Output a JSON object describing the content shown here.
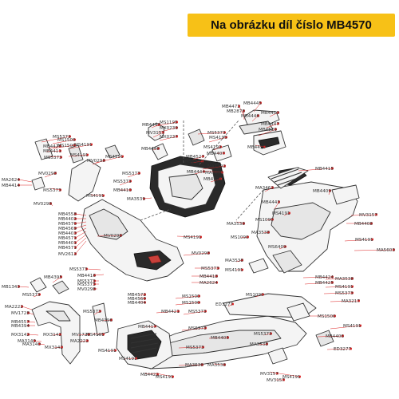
{
  "banner": {
    "text": "Na obrázku díl číslo MB4570",
    "color": "#f7c117"
  },
  "diagram": {
    "leader_color": "#dd2222",
    "labels": [
      {
        "text": "MB4445"
      },
      {
        "text": "MB4472"
      },
      {
        "text": "MB4413"
      },
      {
        "text": "MB2878"
      },
      {
        "text": "MB4446"
      },
      {
        "text": "MB4447"
      },
      {
        "text": "MB4529"
      },
      {
        "text": "MB4449"
      },
      {
        "text": "MS1195"
      },
      {
        "text": "MX0239"
      },
      {
        "text": "MV3157"
      },
      {
        "text": "MX0237"
      },
      {
        "text": "MS5373"
      },
      {
        "text": "MS4193"
      },
      {
        "text": "MS4193"
      },
      {
        "text": "MB4407"
      },
      {
        "text": "MB4450"
      },
      {
        "text": "MB4448"
      },
      {
        "text": "MB4527"
      },
      {
        "text": "MS5373"
      },
      {
        "text": "MS5373"
      },
      {
        "text": "MS1500"
      },
      {
        "text": "MB4420"
      },
      {
        "text": "MS1500"
      },
      {
        "text": "MS4191"
      },
      {
        "text": "MB4411"
      },
      {
        "text": "MS4191"
      },
      {
        "text": "MS5373"
      },
      {
        "text": "MS4191"
      },
      {
        "text": "MV0298"
      },
      {
        "text": "MA7292"
      },
      {
        "text": "MA7292"
      },
      {
        "text": "MB4444"
      },
      {
        "text": "MB4415"
      },
      {
        "text": "MV0298"
      },
      {
        "text": "MS5373"
      },
      {
        "text": "MA2624"
      },
      {
        "text": "MB4414"
      },
      {
        "text": "MS5373"
      },
      {
        "text": "MB4527"
      },
      {
        "text": "MS5373"
      },
      {
        "text": "MB4410"
      },
      {
        "text": "MS4191"
      },
      {
        "text": "MA3462"
      },
      {
        "text": "MB4409"
      },
      {
        "text": "MA3539"
      },
      {
        "text": "MB4443"
      },
      {
        "text": "MV0298"
      },
      {
        "text": "MS4191"
      },
      {
        "text": "MV3157"
      },
      {
        "text": "MB4558"
      },
      {
        "text": "MB4402"
      },
      {
        "text": "MB4570"
      },
      {
        "text": "MB4569"
      },
      {
        "text": "MB4403"
      },
      {
        "text": "MB4571"
      },
      {
        "text": "MB4401"
      },
      {
        "text": "MB4571"
      },
      {
        "text": "MV2612"
      },
      {
        "text": "MA3538"
      },
      {
        "text": "MS1090"
      },
      {
        "text": "MB4408"
      },
      {
        "text": "MV0298"
      },
      {
        "text": "MA3538"
      },
      {
        "text": "MS4191"
      },
      {
        "text": "MS4191"
      },
      {
        "text": "MS1090"
      },
      {
        "text": "MS6409"
      },
      {
        "text": "MA5603"
      },
      {
        "text": "MV0298"
      },
      {
        "text": "MS5373"
      },
      {
        "text": "MS5373"
      },
      {
        "text": "MB4416"
      },
      {
        "text": "MA3538"
      },
      {
        "text": "MB4424"
      },
      {
        "text": "MA3538"
      },
      {
        "text": "MS4191"
      },
      {
        "text": "MS5373"
      },
      {
        "text": "MB4418"
      },
      {
        "text": "MS5373"
      },
      {
        "text": "MB4425"
      },
      {
        "text": "MS4191"
      },
      {
        "text": "MB1343"
      },
      {
        "text": "MB4395"
      },
      {
        "text": "MV0298"
      },
      {
        "text": "MB4572"
      },
      {
        "text": "MA2624"
      },
      {
        "text": "MS5373"
      },
      {
        "text": "MB4560"
      },
      {
        "text": "MB4404"
      },
      {
        "text": "MS1090"
      },
      {
        "text": "MS5373"
      },
      {
        "text": "MA3217"
      },
      {
        "text": "MS1500"
      },
      {
        "text": "MB4421"
      },
      {
        "text": "ED3277"
      },
      {
        "text": "MS1500"
      },
      {
        "text": "MA2222"
      },
      {
        "text": "MV1728"
      },
      {
        "text": "MB4557"
      },
      {
        "text": "MB4394"
      },
      {
        "text": "MS5373"
      },
      {
        "text": "MB4396"
      },
      {
        "text": "MS5373"
      },
      {
        "text": "MS1500"
      },
      {
        "text": "MB4406"
      },
      {
        "text": "MX3142"
      },
      {
        "text": "MS4191"
      },
      {
        "text": "MS4191"
      },
      {
        "text": "MX3142"
      },
      {
        "text": "MA3140"
      },
      {
        "text": "MV1728"
      },
      {
        "text": "MA3140"
      },
      {
        "text": "MA2222"
      },
      {
        "text": "MX3142"
      },
      {
        "text": "MB4417"
      },
      {
        "text": "MS5373"
      },
      {
        "text": "MB4405"
      },
      {
        "text": "MS5373"
      },
      {
        "text": "ED3277"
      },
      {
        "text": "MS4191"
      },
      {
        "text": "MS4191"
      },
      {
        "text": "MA3538"
      },
      {
        "text": "MA3538"
      },
      {
        "text": "MS5373"
      },
      {
        "text": "MA3538"
      },
      {
        "text": "MB4422"
      },
      {
        "text": "MS4191"
      },
      {
        "text": "MV3157"
      },
      {
        "text": "MS4191"
      },
      {
        "text": "MV3157"
      }
    ]
  }
}
